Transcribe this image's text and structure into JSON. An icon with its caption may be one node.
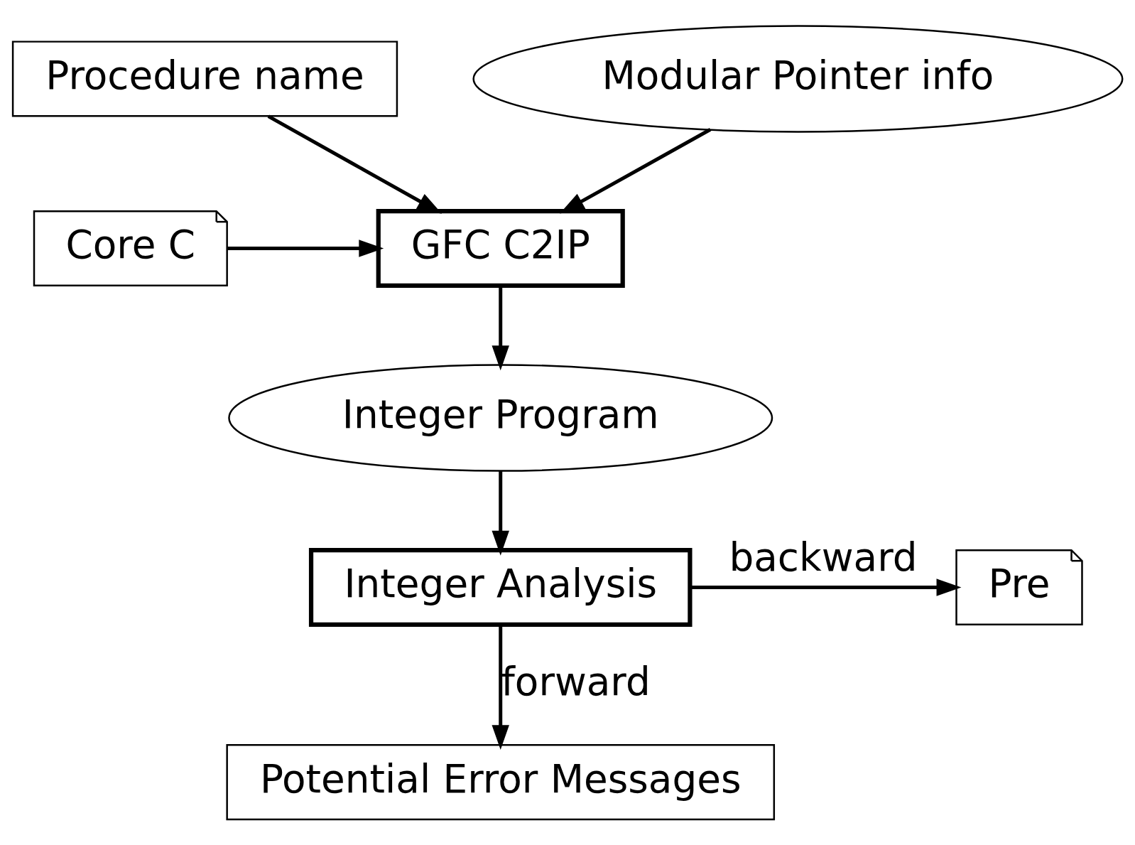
{
  "diagram": {
    "nodes": [
      {
        "text": [
          "Core C"
        ]
      },
      {
        "text": [
          "GFC C2IP"
        ]
      },
      {
        "text": [
          "Procedure name"
        ]
      },
      {
        "text": [
          "Integer Program"
        ]
      },
      {
        "text": [
          "Modular Pointer info"
        ]
      },
      {
        "text": [
          "Integer Analysis"
        ]
      },
      {
        "text": [
          "Pre"
        ]
      },
      {
        "text": [
          "Potential Error Messages"
        ]
      }
    ],
    "edges": [
      {
        "from": 0,
        "to": 1,
        "arrow": "to"
      },
      {
        "from": 2,
        "to": 1,
        "arrow": "to"
      },
      {
        "from": 4,
        "to": 1,
        "arrow": "to"
      },
      {
        "from": 1,
        "to": 3,
        "arrow": "to"
      },
      {
        "from": 3,
        "to": 5,
        "arrow": "to"
      },
      {
        "from": 5,
        "to": 6,
        "label": "backward",
        "arrow": "to"
      },
      {
        "from": 5,
        "to": 7,
        "label": "forward",
        "arrow": "to"
      }
    ]
  }
}
